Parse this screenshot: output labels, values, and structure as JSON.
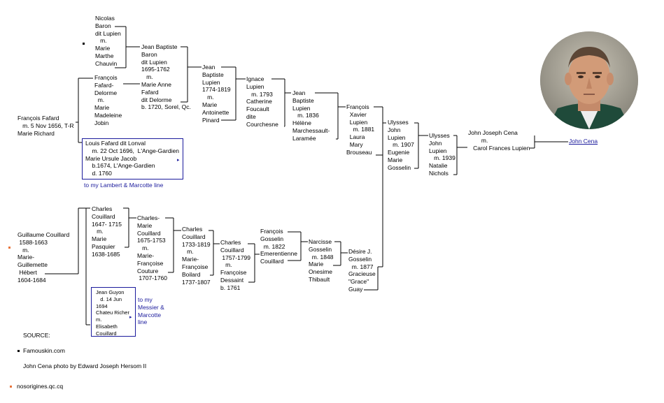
{
  "gen1": {
    "nicolas": "Nicolas\nBaron\ndit Lupien\n   m.\nMarie\nMarthe\nChauvin",
    "francois_fafard_delorme": "François\nFafard-\nDelorme\n  m.\nMarie\nMadeleine\nJobin",
    "charles_couillard_1647": "Charles\nCouillard\n1647- 1715\n   m.\nMarie\nPasquier\n1638-1685"
  },
  "gen2": {
    "jean_baptiste_baron": "Jean Baptiste\nBaron\ndit Lupien\n1695-1762\n   m.\nMarie Anne\nFafard\ndit Delorme\nb. 1720, Sorel, Qc.",
    "charles_marie_couillard": "Charles-\nMarie\nCouillard\n1675-1753\n   m.\nMarie-\nFrançoise\nCouture\n 1707-1760"
  },
  "gen3": {
    "jean_baptiste_lupien_1774": "Jean\nBaptiste\nLupien\n1774-1819\n   m.\nMarie\nAntoinette\nPinard",
    "charles_couillard_1733": "Charles\nCouillard\n1733-1819\n   m.\nMarie-\nFrançoise\nBoilard\n1737-1807"
  },
  "gen4": {
    "ignace": "Ignace\nLupien\n   m. 1793\nCatherine\nFoucault\ndite\nCourchesne",
    "charles_couillard_1757": "Charles\nCouillard\n 1757-1799\n   m.\nFrançoise\nDessaint\nb. 1761"
  },
  "gen5": {
    "jean_baptiste_lupien_1836": "Jean\nBaptiste\nLupien\n   m. 1836\nHélène\nMarchessault-\nLaramée",
    "francois_gosselin": "François\nGosselin\n  m. 1822\nEmerentienne\nCouillard"
  },
  "gen6": {
    "francois_xavier": "François\n  Xavier\n  Lupien\n    m. 1881\n  Laura\n  Mary\nBrouseau",
    "narcisse": "Narcisse\nGosselin\n  m. 1848\nMarie\nOnesime\nThibault"
  },
  "gen7": {
    "ulysses_john_1907": "Ulysses\nJohn\nLupien\n   m. 1907\nEugenie\nMarie\nGosselin",
    "desire": "Désire J.\nGosselin\n  m. 1877\nGracieuse\n\"Grace\"\nGuay"
  },
  "gen8": {
    "ulysses_john_1939": "Ulysses\nJohn\nLupien\n   m. 1939\nNatalie\nNichols"
  },
  "gen9": {
    "parents": "John Joseph Cena\n        m.\n   Carol Frances Lupien"
  },
  "subject": "John Cena",
  "francois_fafard": "François Fafard\n   m. 5 Nov 1656, T-R\nMarie Richard",
  "guillaume": "Guillaume Couillard\n 1588-1663\n   m.\nMarie-\nGuillemette\n Hébert\n1604-1684",
  "box_lonval": "Louis Fafard dit Lonval\n    m. 22 Oct 1696,  L'Ange-Gardien\nMarie Ursule Jacob\n    b.1674, L'Ange-Gardien\n    d. 1760",
  "link_lambert": "to my Lambert & Marcotte line",
  "box_guyon": "Jean Guyon\n   d. 14 Jun\n1694\nChateu Richer\nm.\nElisabeth\nCouillard",
  "link_messier": "to my\nMessier &\nMarcotte\nline",
  "source_label": "SOURCE:",
  "source1": "Famouskin.com",
  "photo_credit": "John Cena photo by Edward Joseph Hersom II",
  "source2": "nosorigines.qc.cq",
  "colors": {
    "link": "#1a1a9c",
    "bullet_orange": "#e8743b",
    "bullet_black": "#000000"
  }
}
